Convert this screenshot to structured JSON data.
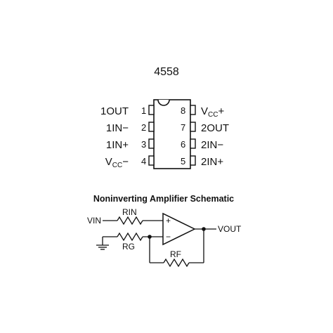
{
  "chip": {
    "part_number": "4558",
    "pins": [
      {
        "number": "1",
        "label": "1OUT"
      },
      {
        "number": "2",
        "label": "1IN−"
      },
      {
        "number": "3",
        "label": "1IN+"
      },
      {
        "number": "4",
        "label": "V",
        "sub": "CC",
        "suffix": "−"
      },
      {
        "number": "8",
        "label": "V",
        "sub": "CC",
        "suffix": "+"
      },
      {
        "number": "7",
        "label": "2OUT"
      },
      {
        "number": "6",
        "label": "2IN−"
      },
      {
        "number": "5",
        "label": "2IN+"
      }
    ]
  },
  "schematic": {
    "title": "Noninverting Amplifier Schematic",
    "vin": "VIN",
    "rin": "RIN",
    "rg": "RG",
    "rf": "RF",
    "vout": "VOUT",
    "plus": "+",
    "minus": "−"
  }
}
